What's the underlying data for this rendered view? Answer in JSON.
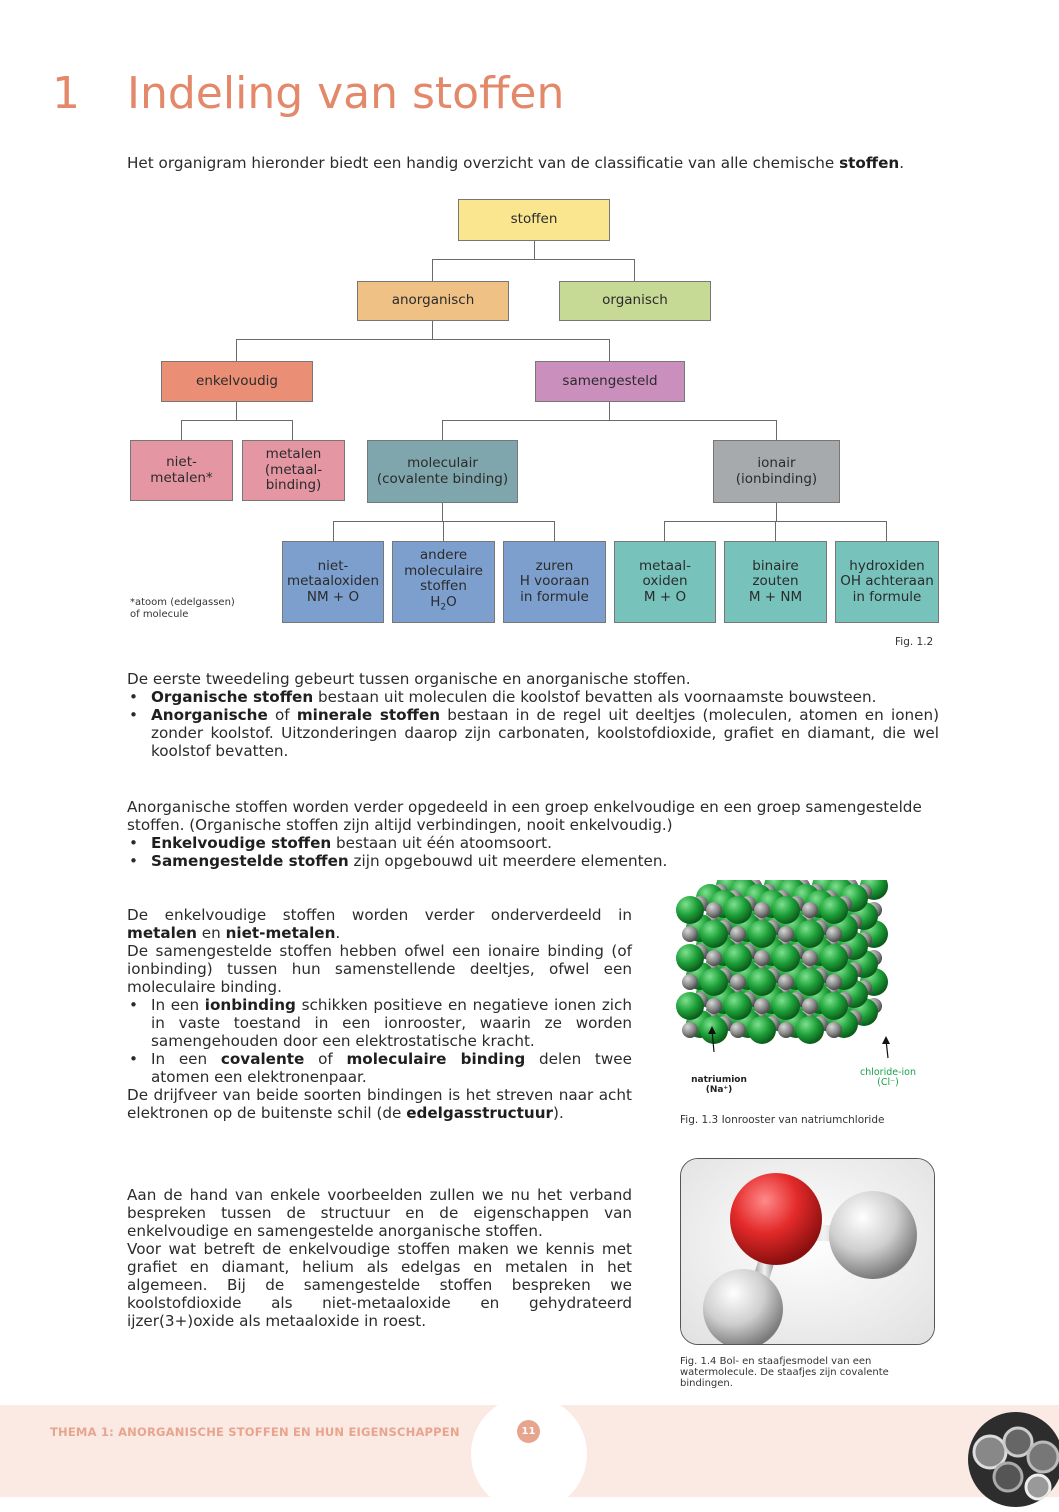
{
  "header": {
    "chapter_number": "1",
    "chapter_title": "Indeling van stoffen"
  },
  "intro": {
    "text": "Het organigram hieronder biedt een handig overzicht van de classificatie van alle chemische ",
    "bold": "stoffen",
    "end": "."
  },
  "diagram": {
    "root": "stoffen",
    "anorganisch": "anorganisch",
    "organisch": "organisch",
    "enkelvoudig": "enkelvoudig",
    "samengesteld": "samengesteld",
    "niet_metalen": [
      "niet-",
      "metalen*"
    ],
    "metalen": [
      "metalen",
      "(metaal-",
      "binding)"
    ],
    "moleculair": [
      "moleculair",
      "(covalente binding)"
    ],
    "ionair": [
      "ionair",
      "(ionbinding)"
    ],
    "niet_metaaloxiden": [
      "niet-",
      "metaaloxiden",
      "NM + O"
    ],
    "andere_moleculaire": [
      "andere",
      "moleculaire",
      "stoffen",
      "H",
      "2",
      "O"
    ],
    "zuren": [
      "zuren",
      "H vooraan",
      "in formule"
    ],
    "metaaloxiden": [
      "metaal-",
      "oxiden",
      "M + O"
    ],
    "binaire_zouten": [
      "binaire",
      "zouten",
      "M + NM"
    ],
    "hydroxiden": [
      "hydroxiden",
      "OH achteraan",
      "in formule"
    ],
    "footnote": [
      "*atoom (edelgassen)",
      "of molecule"
    ],
    "fig": "Fig. 1.2",
    "colors": {
      "root": "#fbe690",
      "anorganisch": "#efc185",
      "organisch": "#c6d995",
      "enkelvoudig": "#ea8f75",
      "samengesteld": "#cb8fbe",
      "pink": "#e596a3",
      "moleculair": "#7fa6ac",
      "ionair": "#a6aaad",
      "blue": "#7d9fce",
      "teal": "#77c2bb"
    }
  },
  "para1": {
    "text": "De eerste tweedeling gebeurt tussen organische en anorganische stoffen.",
    "b1_bold": "Organische stoffen",
    "b1_text": " bestaan uit moleculen die koolstof bevatten als voornaamste bouwsteen.",
    "b2_bold1": "Anorganische",
    "b2_mid": " of ",
    "b2_bold2": "minerale stoffen",
    "b2_text": " bestaan in de regel uit deeltjes (moleculen, atomen en ionen) zonder koolstof. Uitzonderingen daarop zijn carbonaten, koolstofdioxide, grafiet en diamant, die wel koolstof bevatten."
  },
  "para2": {
    "text": "Anorganische stoffen worden verder opgedeeld in een groep enkelvoudige en een groep samengestelde stoffen. (Organische stoffen zijn altijd verbindingen, nooit enkelvoudig.)",
    "b1_bold": "Enkelvoudige stoffen",
    "b1_text": " bestaan uit één atoomsoort.",
    "b2_bold": "Samengestelde stoffen",
    "b2_text": " zijn opgebouwd uit meerdere elementen."
  },
  "para3": {
    "t1": "De enkelvoudige stoffen worden verder onderverdeeld in ",
    "t1_b1": "metalen",
    "t1_mid": " en ",
    "t1_b2": "niet-metalen",
    "t1_end": ".",
    "t2": "De samengestelde stoffen hebben ofwel een ionaire binding (of ionbinding) tussen hun samenstellende deeltjes, ofwel een moleculaire binding.",
    "b1_pre": "In een ",
    "b1_bold": "ionbinding",
    "b1_text": " schikken positieve en negatieve ionen zich in vaste toestand in een ionrooster, waarin ze worden samengehouden door een elektrostatische kracht.",
    "b2_pre": "In een ",
    "b2_bold1": "covalente",
    "b2_mid": " of ",
    "b2_bold2": "moleculaire binding",
    "b2_text": " delen twee atomen een elektronenpaar.",
    "t3": "De drijfveer van beide soorten bindingen is het streven naar acht elektronen op de buitenste schil (de ",
    "t3_bold": "edelgasstructuur",
    "t3_end": ")."
  },
  "para4": {
    "t1": "Aan de hand van enkele voorbeelden zullen we nu het verband bespreken tussen de structuur en de eigenschappen van enkelvoudige en samengestelde anorganische stoffen.",
    "t2": "Voor wat betreft de enkelvoudige stoffen maken we kennis met grafiet en diamant, helium als edelgas en metalen in het algemeen. Bij de samengestelde stoffen bespreken we koolstofdioxide als niet-metaaloxide en gehydrateerd ijzer(3+)oxide als metaaloxide in roest."
  },
  "fig13": {
    "label_na": [
      "natriumion",
      "(Na⁺)"
    ],
    "label_cl": [
      "chloride-ion",
      "(Cl⁻)"
    ],
    "caption": "Fig. 1.3  Ionrooster van natriumchloride"
  },
  "fig14": {
    "caption": [
      "Fig. 1.4  Bol- en staafjesmodel van een",
      "watermolecule. De staafjes zijn covalente",
      "bindingen."
    ]
  },
  "footer": {
    "theme": "THEMA 1: ANORGANISCHE STOFFEN EN HUN EIGENSCHAPPEN",
    "page": "11"
  }
}
